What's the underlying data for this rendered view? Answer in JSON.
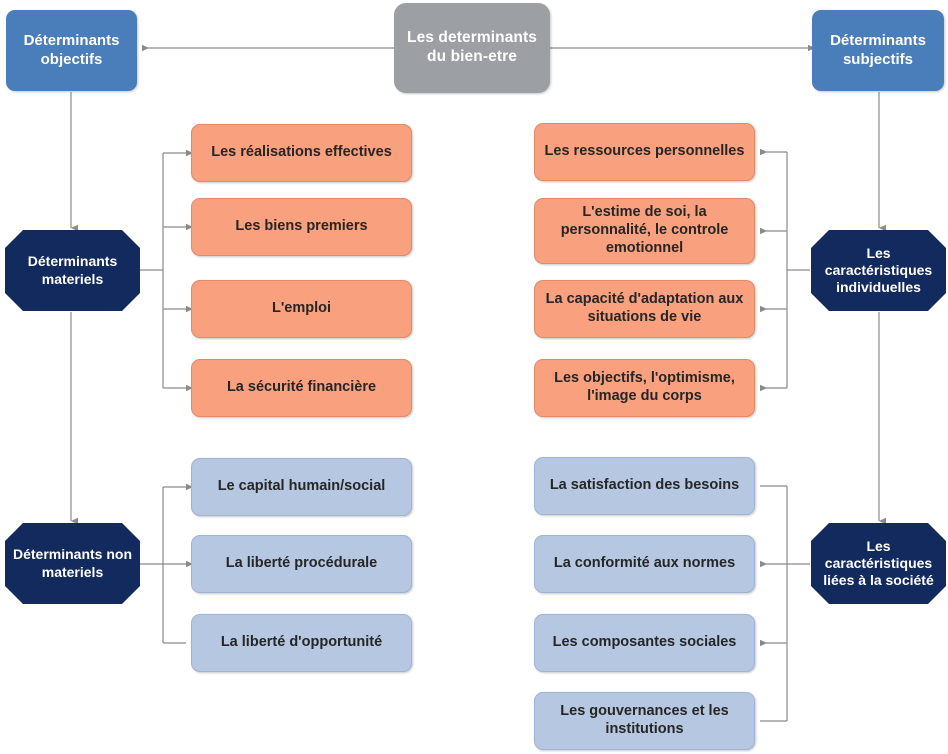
{
  "diagram": {
    "title": "Les determinants du bien-etre",
    "colors": {
      "root": "#9c9fa3",
      "top_branch": "#4a7ebb",
      "octagon": "#122a5e",
      "card_objective": "#f9a07e",
      "card_nonmaterial": "#b5c7e1",
      "connector": "#808080"
    }
  },
  "root": {
    "label": "Les determinants\ndu bien-etre"
  },
  "branches": {
    "left": {
      "label": "Déterminants\nobjectifs"
    },
    "right": {
      "label": "Déterminants\nsubjectifs"
    }
  },
  "categories": {
    "materiels": {
      "label": "Déterminants\nmateriels"
    },
    "non_materiels": {
      "label": "Déterminants non\nmateriels"
    },
    "individuelles": {
      "label": "Les\ncaractéristiques\nindividuelles"
    },
    "societe": {
      "label": "Les\ncaractéristiques\nliées à la société"
    }
  },
  "groups": [
    {
      "key": "materiels",
      "style": "orange",
      "items": [
        {
          "label": "Les réalisations effectives"
        },
        {
          "label": "Les biens premiers"
        },
        {
          "label": "L'emploi"
        },
        {
          "label": "La sécurité financière"
        }
      ]
    },
    {
      "key": "individuelles",
      "style": "orange",
      "items": [
        {
          "label": "Les ressources personnelles"
        },
        {
          "label": "L'estime de soi, la\npersonnalité, le controle\nemotionnel"
        },
        {
          "label": "La capacité d'adaptation aux\nsituations de vie"
        },
        {
          "label": "Les objectifs, l'optimisme,\nl'image du corps"
        }
      ]
    },
    {
      "key": "non_materiels",
      "style": "blue",
      "items": [
        {
          "label": "Le capital humain/social"
        },
        {
          "label": "La liberté procédurale"
        },
        {
          "label": "La liberté d'opportunité"
        }
      ]
    },
    {
      "key": "societe",
      "style": "blue",
      "items": [
        {
          "label": "La satisfaction des besoins"
        },
        {
          "label": "La conformité aux normes"
        },
        {
          "label": "Les composantes sociales"
        },
        {
          "label": "Les gouvernances et les\ninstitutions"
        }
      ]
    }
  ]
}
